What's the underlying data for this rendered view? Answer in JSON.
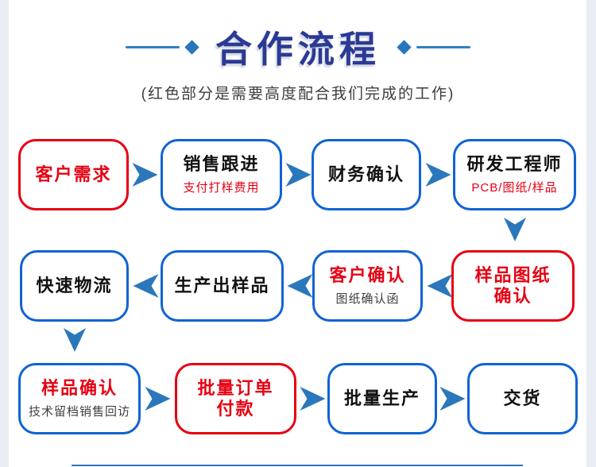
{
  "header": {
    "title": "合作流程",
    "subtitle": "(红色部分是需要高度配合我们完成的工作)"
  },
  "colors": {
    "title_navy": "#2b3a94",
    "decor_blue": "#2776bd",
    "box_blue_border": "#1063d2",
    "box_red_border": "#e60012",
    "arrow_blue": "#2b77bb",
    "accent_red_text": "#e60012",
    "body_text": "#111111",
    "subtitle_text": "#3c3c3c",
    "page_margin_strip": "#e9edf4"
  },
  "icons": {
    "flow_arrow": "notched-triangle-arrow",
    "title_decor": "diamond"
  },
  "flow": {
    "nodes": [
      {
        "id": "customer-demand",
        "title": "客户需求"
      },
      {
        "id": "sales-follow-up",
        "title": "销售跟进",
        "subtitle": "支付打样费用"
      },
      {
        "id": "finance-confirm",
        "title": "财务确认"
      },
      {
        "id": "rd-engineer",
        "title": "研发工程师",
        "subtitle": "PCB/图纸/样品"
      },
      {
        "id": "sample-drawing-confirm",
        "title": "样品图纸",
        "title2": "确认"
      },
      {
        "id": "customer-confirm",
        "title": "客户确认",
        "subtitle": "图纸确认函"
      },
      {
        "id": "produce-sample",
        "title": "生产出样品"
      },
      {
        "id": "fast-logistics",
        "title": "快速物流"
      },
      {
        "id": "sample-confirm",
        "title": "样品确认",
        "subtitle": "技术留档销售回访"
      },
      {
        "id": "bulk-order-payment",
        "title": "批量订单",
        "title2": "付款"
      },
      {
        "id": "bulk-production",
        "title": "批量生产"
      },
      {
        "id": "delivery",
        "title": "交货"
      }
    ]
  }
}
